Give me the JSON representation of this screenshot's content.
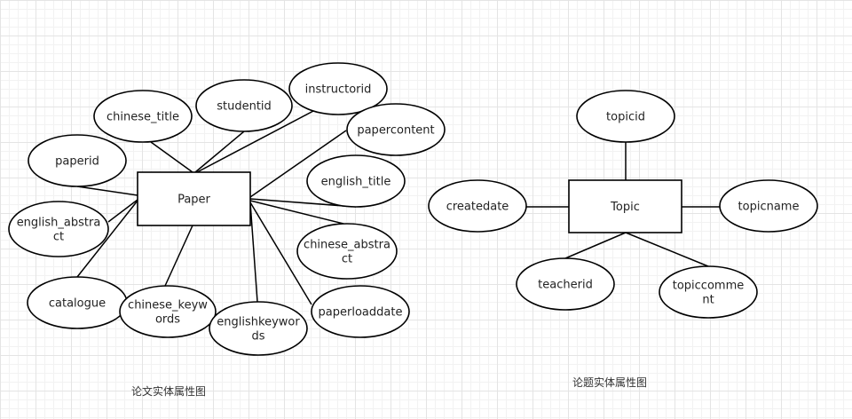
{
  "colors": {
    "stroke": "#000000",
    "fill": "#ffffff",
    "text": "#222222"
  },
  "diagrams": [
    {
      "caption": "论文实体属性图",
      "entity": "Paper",
      "attributes": [
        [
          "chinese_title"
        ],
        [
          "studentid"
        ],
        [
          "instructorid"
        ],
        [
          "papercontent"
        ],
        [
          "paperid"
        ],
        [
          "english_title"
        ],
        [
          "english_abstra",
          "ct"
        ],
        [
          "chinese_abstra",
          "ct"
        ],
        [
          "catalogue"
        ],
        [
          "chinese_keyw",
          "ords"
        ],
        [
          "englishkeywor",
          "ds"
        ],
        [
          "paperloaddate"
        ]
      ]
    },
    {
      "caption": "论题实体属性图",
      "entity": "Topic",
      "attributes": [
        [
          "topicid"
        ],
        [
          "createdate"
        ],
        [
          "topicname"
        ],
        [
          "teacherid"
        ],
        [
          "topiccomme",
          "nt"
        ]
      ]
    }
  ]
}
